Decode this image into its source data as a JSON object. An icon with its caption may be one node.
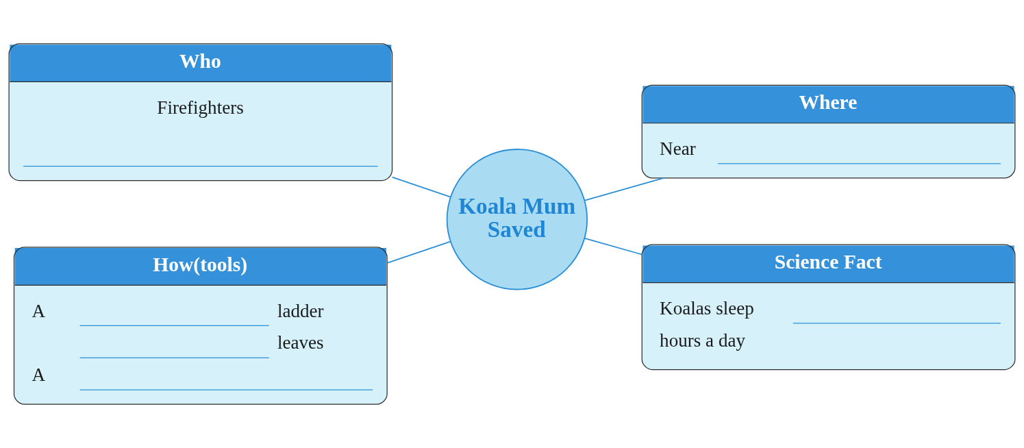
{
  "diagram": {
    "nodes": [
      {
        "text": [
          "Who",
          "Firefighters"
        ]
      },
      {
        "text": [
          "Where",
          "Near"
        ]
      },
      {
        "text": [
          "Koala Mum Saved"
        ]
      },
      {
        "text": [
          "How(tools)",
          "A",
          "ladder",
          "leaves",
          "A"
        ]
      },
      {
        "text": [
          "Science Fact",
          "Koalas sleep",
          "hours a day"
        ]
      }
    ],
    "edges": [
      {
        "from": 0,
        "to": 2,
        "arrow": "none"
      },
      {
        "from": 2,
        "to": 1,
        "arrow": "none"
      },
      {
        "from": 3,
        "to": 2,
        "arrow": "none"
      },
      {
        "from": 2,
        "to": 4,
        "arrow": "none"
      }
    ]
  }
}
